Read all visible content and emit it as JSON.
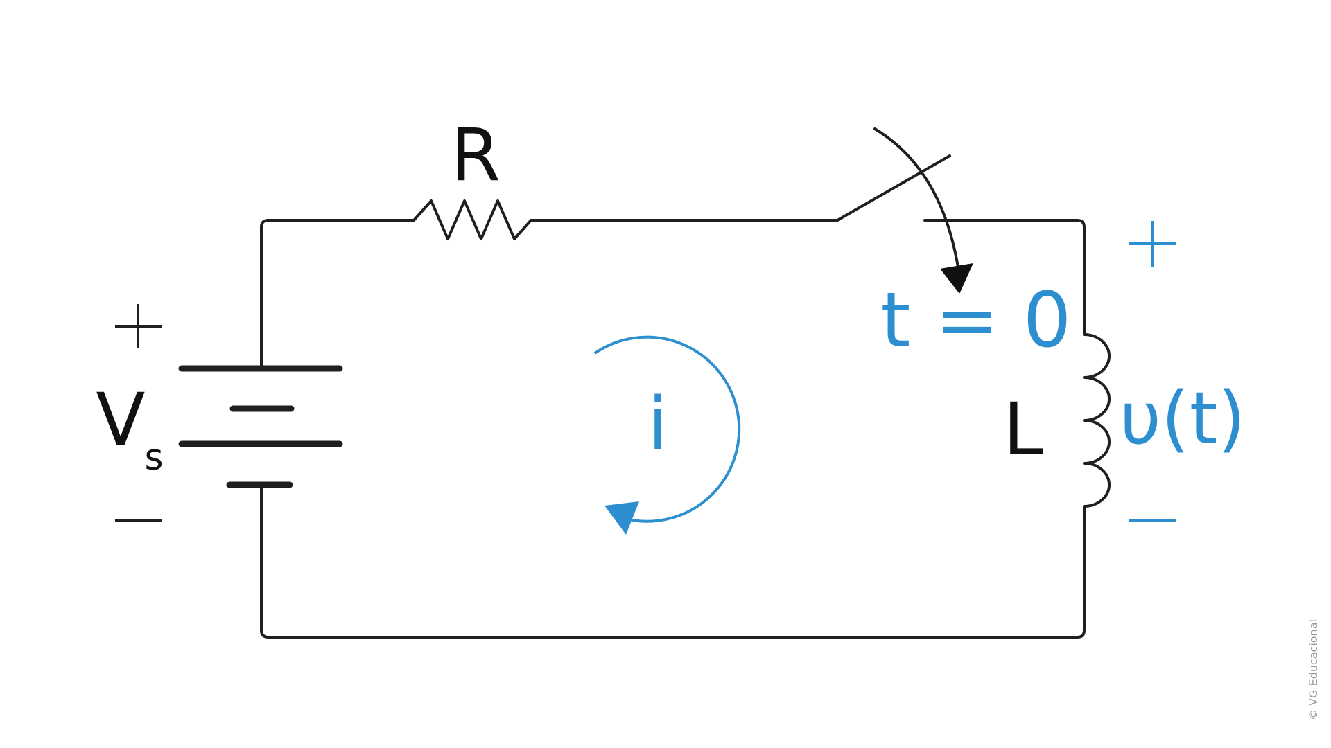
{
  "labels": {
    "resistor": "R",
    "source_main": "V",
    "source_sub": "s",
    "source_plus": "+",
    "source_minus": "−",
    "switch_time": "t = 0",
    "inductor": "L",
    "current": "i",
    "voltage": "υ(t)",
    "voltage_plus": "+",
    "voltage_minus": "−"
  },
  "credit": "© VG Educacional",
  "colors": {
    "wire": "#1f1f1f",
    "accent_blue": "#2e8fd0",
    "credit_gray": "#9a9a9a"
  }
}
